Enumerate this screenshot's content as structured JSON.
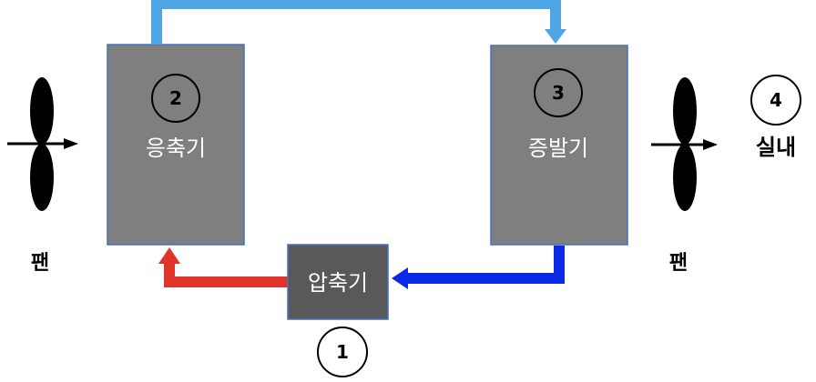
{
  "components": {
    "condenser": {
      "label": "응축기",
      "number": "2"
    },
    "evaporator": {
      "label": "증발기",
      "number": "3"
    },
    "compressor": {
      "label": "압축기",
      "number": "1"
    }
  },
  "room": {
    "label": "실내",
    "number": "4"
  },
  "fans": {
    "left_label": "팬",
    "right_label": "팬"
  },
  "colors": {
    "box_fill": "#7f7f7f",
    "box_border": "#4472c4",
    "compressor_fill": "#595959",
    "pipe_light_blue": "#4ea6e6",
    "pipe_dark_blue": "#0a2ae6",
    "pipe_red": "#e03428"
  }
}
